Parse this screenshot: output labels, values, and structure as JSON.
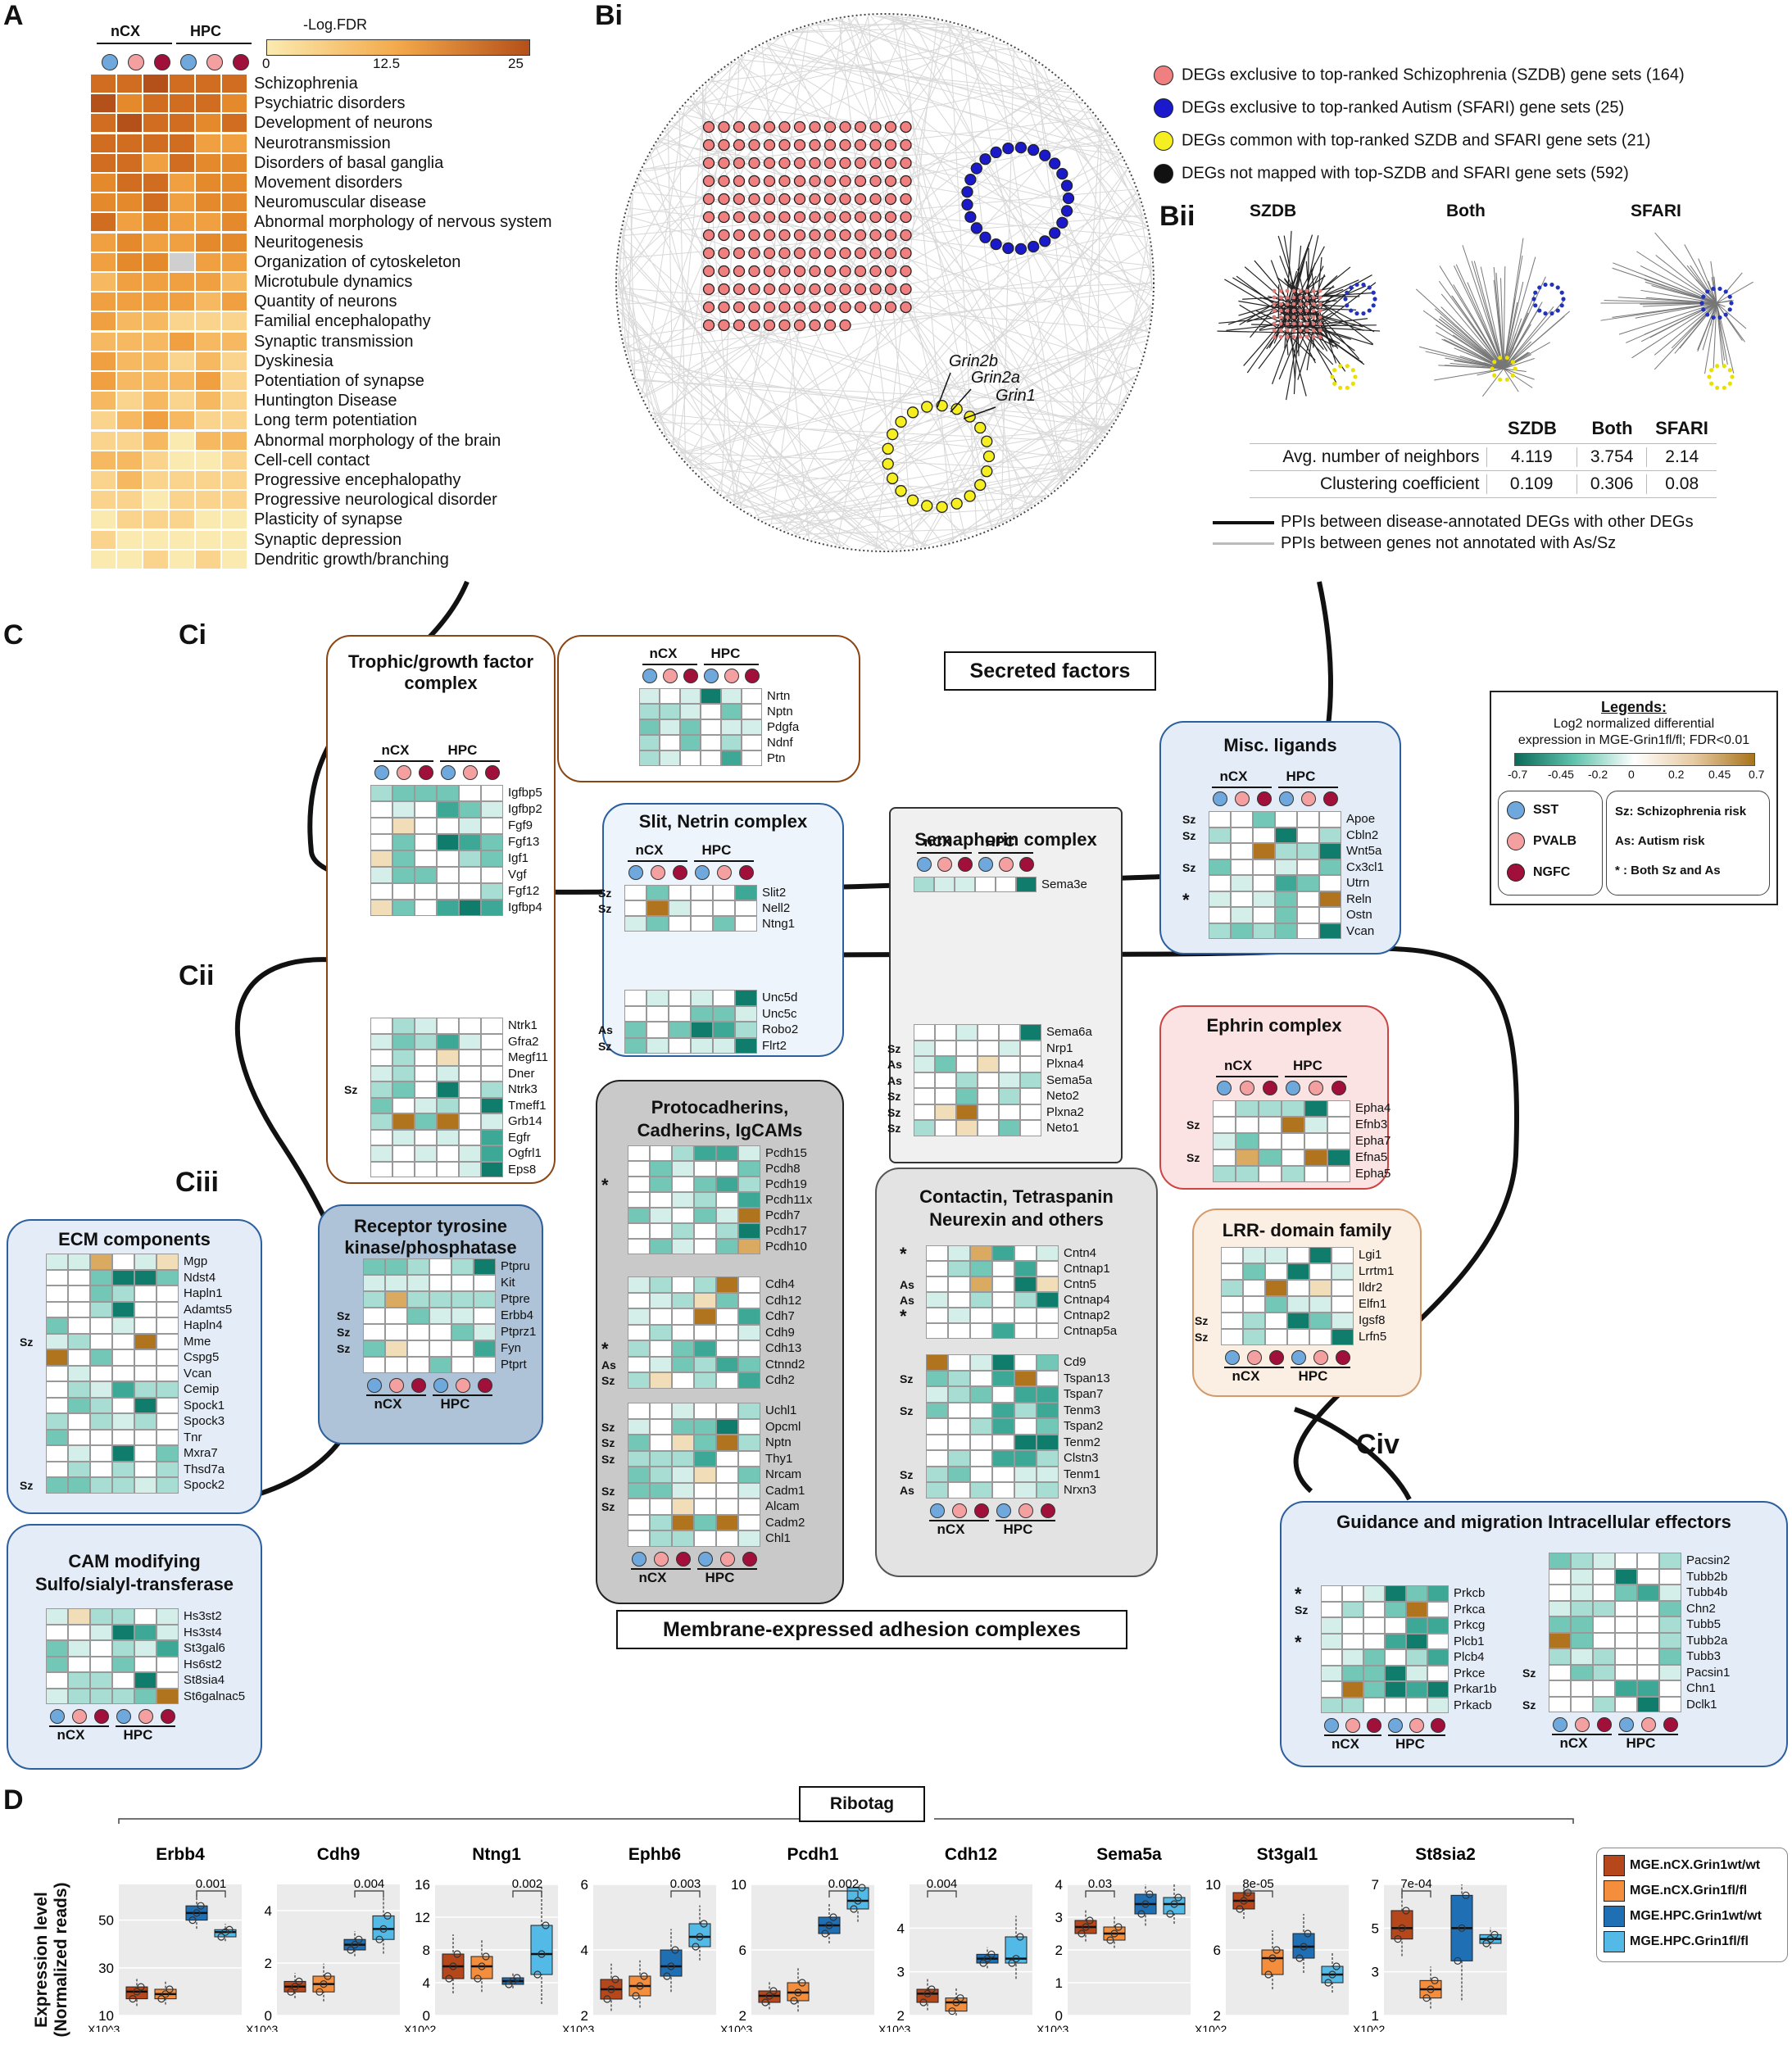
{
  "panel_labels": {
    "A": "A",
    "Bi": "Bi",
    "Bii": "Bii",
    "C": "C",
    "Ci": "Ci",
    "Cii": "Cii",
    "Ciii": "Ciii",
    "Civ": "Civ",
    "D": "D"
  },
  "panelA": {
    "group_labels": [
      "nCX",
      "HPC"
    ],
    "colorbar_title": "-Log.FDR",
    "colorbar_ticks": [
      "0",
      "12.5",
      "25"
    ],
    "terms": [
      "Schizophrenia",
      "Psychiatric disorders",
      "Development of neurons",
      "Neurotransmission",
      "Disorders of basal ganglia",
      "Movement disorders",
      "Neuromuscular disease",
      "Abnormal morphology of nervous system",
      "Neuritogenesis",
      "Organization of cytoskeleton",
      "Microtubule dynamics",
      "Quantity of neurons",
      "Familial encephalopathy",
      "Synaptic transmission",
      "Dyskinesia",
      "Potentiation of synapse",
      "Huntington Disease",
      "Long term potentiation",
      "Abnormal morphology of the brain",
      "Cell-cell contact",
      "Progressive encephalopathy",
      "Progressive neurological disorder",
      "Plasticity of synapse",
      "Synaptic depression",
      "Dendritic growth/branching"
    ],
    "colors": {
      "low": "#fbeab0",
      "mid": "#f3a94a",
      "high": "#b4501a",
      "na": "#cfcfcf"
    }
  },
  "panelB": {
    "legend": [
      {
        "color": "#f08080",
        "text": "DEGs exclusive to top-ranked Schizophrenia (SZDB) gene sets (164)"
      },
      {
        "color": "#1a1acc",
        "text": "DEGs exclusive to top-ranked Autism (SFARI) gene sets (25)"
      },
      {
        "color": "#f5ee20",
        "text": "DEGs common with top-ranked SZDB and SFARI gene sets (21)"
      },
      {
        "color": "#111111",
        "text": "DEGs not mapped with top-SZDB and SFARI gene sets (592)"
      }
    ],
    "gene_callouts": [
      "Grin2b",
      "Grin2a",
      "Grin1"
    ],
    "bii_titles": [
      "SZDB",
      "Both",
      "SFARI"
    ],
    "table_header": [
      "",
      "SZDB",
      "Both",
      "SFARI"
    ],
    "table_rows": [
      [
        "Avg. number of neighbors",
        "4.119",
        "3.754",
        "2.14"
      ],
      [
        "Clustering coefficient",
        "0.109",
        "0.306",
        "0.08"
      ]
    ],
    "line_legend": [
      "PPIs between disease-annotated DEGs with other DEGs",
      "PPIs between genes not annotated with As/Sz"
    ]
  },
  "panelC": {
    "category_titles": {
      "secreted": "Secreted factors",
      "membrane": "Membrane-expressed adhesion complexes"
    },
    "legend": {
      "title": "Legends:",
      "line1": "Log2 normalized differential",
      "line2": "expression in MGE-Grin1fl/fl; FDR<0.01",
      "ticks": [
        "-0.7",
        "-0.45",
        "-0.2",
        "0",
        "0.2",
        "0.45",
        "0.7"
      ],
      "cells": [
        {
          "color": "#6fa8dc",
          "label": "SST"
        },
        {
          "color": "#f4a0a0",
          "label": "PVALB"
        },
        {
          "color": "#a0103a",
          "label": "NGFC"
        }
      ],
      "risk": [
        "Sz: Schizophrenia risk",
        "As: Autism risk",
        "* : Both Sz and As"
      ]
    },
    "boxes": [
      {
        "id": "trophic",
        "title": "Trophic/growth factor complex"
      },
      {
        "id": "slit",
        "title": "Slit, Netrin complex"
      },
      {
        "id": "sema",
        "title": "Semaphorin complex"
      },
      {
        "id": "misc",
        "title": "Misc. ligands"
      },
      {
        "id": "ephrin",
        "title": "Ephrin complex"
      },
      {
        "id": "lrr",
        "title": "LRR- domain family"
      },
      {
        "id": "proto",
        "title": "Protocadherins, Cadherins, IgCAMs"
      },
      {
        "id": "contactin",
        "title": "Contactin, Tetraspanin Neurexin and others"
      },
      {
        "id": "ecm",
        "title": "ECM components"
      },
      {
        "id": "rtk",
        "title": "Receptor tyrosine kinase/phosphatase"
      },
      {
        "id": "cam",
        "title": "CAM modifying Sulfo/sialyl-transferase"
      },
      {
        "id": "guid",
        "title": "Guidance and migration Intracellular effectors"
      }
    ],
    "genes": {
      "ptn": [
        "Nrtn",
        "Nptn",
        "Pdgfa",
        "Ndnf",
        "Ptn"
      ],
      "igfbp": [
        "Igfbp5",
        "Igfbp2",
        "Fgf9",
        "Fgf13",
        "Igf1",
        "Vgf",
        "Fgf12",
        "Igfbp4"
      ],
      "ntrk": [
        "Ntrk1",
        "Gfra2",
        "Megf11",
        "Dner",
        "Ntrk3",
        "Tmeff1",
        "Grb14",
        "Egfr",
        "Ogfrl1",
        "Eps8"
      ],
      "slit": [
        "Slit2",
        "Nell2",
        "Ntng1"
      ],
      "unc": [
        "Unc5d",
        "Unc5c",
        "Robo2",
        "Flrt2"
      ],
      "sema3e": [
        "Sema3e"
      ],
      "sema6a": [
        "Sema6a",
        "Nrp1",
        "Plxna4",
        "Sema5a",
        "Neto2",
        "Plxna2",
        "Neto1"
      ],
      "misc": [
        "Apoe",
        "Cbln2",
        "Wnt5a",
        "Cx3cl1",
        "Utrn",
        "Reln",
        "Ostn",
        "Vcan"
      ],
      "ephrin": [
        "Epha4",
        "Efnb3",
        "Epha7",
        "Efna5",
        "Epha5"
      ],
      "lrr": [
        "Lgi1",
        "Lrrtm1",
        "Ildr2",
        "Elfn1",
        "Igsf8",
        "Lrfn5"
      ],
      "pcdh": [
        "Pcdh15",
        "Pcdh8",
        "Pcdh19",
        "Pcdh11x",
        "Pcdh7",
        "Pcdh17",
        "Pcdh10"
      ],
      "cdh": [
        "Cdh4",
        "Cdh12",
        "Cdh7",
        "Cdh9",
        "Cdh13",
        "Ctnnd2",
        "Cdh2"
      ],
      "ig": [
        "Uchl1",
        "Opcml",
        "Nptn",
        "Thy1",
        "Nrcam",
        "Cadm1",
        "Alcam",
        "Cadm2",
        "Chl1"
      ],
      "cntn": [
        "Cntn4",
        "Cntnap1",
        "Cntn5",
        "Cntnap4",
        "Cntnap2",
        "Cntnap5a"
      ],
      "tspan": [
        "Cd9",
        "Tspan13",
        "Tspan7",
        "Tenm3",
        "Tspan2",
        "Tenm2",
        "Clstn3",
        "Tenm1",
        "Nrxn3"
      ],
      "ecm": [
        "Mgp",
        "Ndst4",
        "Hapln1",
        "Adamts5",
        "Hapln4",
        "Mme",
        "Cspg5",
        "Vcan",
        "Cemip",
        "Spock1",
        "Spock3",
        "Tnr",
        "Mxra7",
        "Thsd7a",
        "Spock2"
      ],
      "rtk": [
        "Ptpru",
        "Kit",
        "Ptpre",
        "Erbb4",
        "Ptprz1",
        "Fyn",
        "Ptprt"
      ],
      "cam": [
        "Hs3st2",
        "Hs3st4",
        "St3gal6",
        "Hs6st2",
        "St8sia4",
        "St6galnac5"
      ],
      "prk": [
        "Prkcb",
        "Prkca",
        "Prkcg",
        "Plcb1",
        "Plcb4",
        "Prkce",
        "Prkar1b",
        "Prkacb"
      ],
      "tubb": [
        "Pacsin2",
        "Tubb2b",
        "Tubb4b",
        "Chn2",
        "Tubb5",
        "Tubb2a",
        "Tubb3",
        "Pacsin1",
        "Chn1",
        "Dclk1"
      ]
    },
    "risk_marks": {
      "igfbp": [
        "",
        "",
        "",
        "",
        "",
        "",
        "",
        ""
      ],
      "ntrk": [
        "",
        "",
        "",
        "",
        "Sz",
        "",
        "",
        "",
        "",
        ""
      ],
      "slit": [
        "Sz",
        "Sz",
        ""
      ],
      "unc": [
        "",
        "",
        "As",
        "Sz"
      ],
      "sema6a": [
        "",
        "Sz",
        "As",
        "As",
        "Sz",
        "Sz",
        "Sz"
      ],
      "misc": [
        "Sz",
        "Sz",
        "",
        "Sz",
        "",
        "*",
        "",
        ""
      ],
      "ephrin": [
        "",
        "Sz",
        "",
        "Sz",
        ""
      ],
      "lrr": [
        "",
        "",
        "",
        "",
        "Sz",
        "Sz"
      ],
      "pcdh": [
        "",
        "",
        "*",
        "",
        "",
        "",
        ""
      ],
      "cdh": [
        "",
        "",
        "",
        "",
        "*",
        "As",
        "Sz"
      ],
      "ig": [
        "",
        "Sz",
        "Sz",
        "Sz",
        "",
        "Sz",
        "Sz",
        "",
        ""
      ],
      "cntn": [
        "*",
        "",
        "As",
        "As",
        "*",
        ""
      ],
      "tspan": [
        "",
        "Sz",
        "",
        "Sz",
        "",
        "",
        "",
        "Sz",
        "As"
      ],
      "ecm": [
        "",
        "",
        "",
        "",
        "",
        "Sz",
        "",
        "",
        "",
        "",
        "",
        "",
        "",
        "",
        "Sz"
      ],
      "rtk": [
        "",
        "",
        "",
        "Sz",
        "Sz",
        "Sz",
        ""
      ],
      "prk": [
        "*",
        "Sz",
        "",
        "*",
        "",
        "",
        "",
        ""
      ],
      "tubb": [
        "",
        "",
        "",
        "",
        "",
        "",
        "",
        "Sz",
        "",
        "Sz"
      ]
    },
    "group_labels": [
      "nCX",
      "HPC"
    ]
  },
  "panelD": {
    "header": "Ribotag",
    "ylabel": "Expression level (Normalized reads)",
    "legend": [
      {
        "label": "MGE.nCX.Grin1wt/wt",
        "color": "#b5471a"
      },
      {
        "label": "MGE.nCX.Grin1fl/fl",
        "color": "#f58e3c"
      },
      {
        "label": "MGE.HPC.Grin1wt/wt",
        "color": "#1f6fb5"
      },
      {
        "label": "MGE.HPC.Grin1fl/fl",
        "color": "#53b9e6"
      }
    ]
  },
  "chart_data": [
    {
      "type": "box",
      "title": "Erbb4",
      "multiplier": "X10^3",
      "ylim": [
        10,
        65
      ],
      "yticks": [
        10,
        30,
        50
      ],
      "groups": [
        "MGE.nCX.Grin1wt/wt",
        "MGE.nCX.Grin1fl/fl",
        "MGE.HPC.Grin1wt/wt",
        "MGE.HPC.Grin1fl/fl"
      ],
      "medians": [
        20,
        19,
        53,
        45
      ],
      "q1": [
        17,
        17,
        50,
        43
      ],
      "q3": [
        22,
        21,
        56,
        46
      ],
      "pvalue": "0.001"
    },
    {
      "type": "box",
      "title": "Cdh9",
      "multiplier": "X10^3",
      "ylim": [
        0,
        5
      ],
      "yticks": [
        0,
        2,
        4
      ],
      "medians": [
        1.1,
        1.2,
        2.7,
        3.3
      ],
      "q1": [
        0.9,
        0.9,
        2.5,
        2.9
      ],
      "q3": [
        1.3,
        1.5,
        2.9,
        3.8
      ],
      "pvalue": "0.004"
    },
    {
      "type": "box",
      "title": "Ntng1",
      "multiplier": "X10^2",
      "ylim": [
        0,
        16
      ],
      "yticks": [
        0,
        4,
        8,
        12,
        16
      ],
      "medians": [
        6,
        6,
        4.2,
        7.5
      ],
      "q1": [
        4.5,
        4.5,
        3.8,
        5
      ],
      "q3": [
        7.5,
        7.2,
        4.6,
        11
      ],
      "pvalue": "0.002"
    },
    {
      "type": "box",
      "title": "Ephb6",
      "multiplier": "X10^3",
      "ylim": [
        2,
        6
      ],
      "yticks": [
        2,
        4,
        6
      ],
      "medians": [
        2.8,
        2.9,
        3.5,
        4.4
      ],
      "q1": [
        2.5,
        2.6,
        3.2,
        4.1
      ],
      "q3": [
        3.1,
        3.2,
        4.0,
        4.8
      ],
      "pvalue": "0.003"
    },
    {
      "type": "box",
      "title": "Pcdh1",
      "multiplier": "X10^3",
      "ylim": [
        2,
        10
      ],
      "yticks": [
        2,
        6,
        10
      ],
      "medians": [
        3.2,
        3.4,
        7.5,
        9
      ],
      "q1": [
        2.8,
        2.9,
        7.0,
        8.5
      ],
      "q3": [
        3.5,
        4.0,
        8.0,
        9.8
      ],
      "pvalue": "0.002"
    },
    {
      "type": "box",
      "title": "Cdh12",
      "multiplier": "X10^3",
      "ylim": [
        2,
        5
      ],
      "yticks": [
        2,
        3,
        4
      ],
      "medians": [
        2.5,
        2.3,
        3.3,
        3.3
      ],
      "q1": [
        2.3,
        2.1,
        3.2,
        3.2
      ],
      "q3": [
        2.6,
        2.4,
        3.4,
        3.8
      ],
      "pvalue": "0.004"
    },
    {
      "type": "box",
      "title": "Sema5a",
      "multiplier": "X10^3",
      "ylim": [
        0,
        4
      ],
      "yticks": [
        0,
        1,
        2,
        3,
        4
      ],
      "medians": [
        2.7,
        2.5,
        3.4,
        3.4
      ],
      "q1": [
        2.5,
        2.3,
        3.1,
        3.1
      ],
      "q3": [
        2.9,
        2.7,
        3.7,
        3.6
      ],
      "pvalue": "0.03"
    },
    {
      "type": "box",
      "title": "St3gal1",
      "multiplier": "X10^2",
      "ylim": [
        2,
        10
      ],
      "yticks": [
        2,
        6,
        10
      ],
      "medians": [
        9.0,
        5.5,
        6.2,
        4.5
      ],
      "q1": [
        8.5,
        4.5,
        5.5,
        4.0
      ],
      "q3": [
        9.5,
        6.0,
        7.0,
        5.0
      ],
      "pvalue": "8e-05"
    },
    {
      "type": "box",
      "title": "St8sia2",
      "multiplier": "X10^2",
      "ylim": [
        1,
        7
      ],
      "yticks": [
        1,
        3,
        5,
        7
      ],
      "medians": [
        5,
        2.2,
        5,
        4.5
      ],
      "q1": [
        4.5,
        1.8,
        3.5,
        4.3
      ],
      "q3": [
        5.8,
        2.6,
        6.5,
        4.7
      ],
      "pvalue": "7e-04"
    }
  ]
}
